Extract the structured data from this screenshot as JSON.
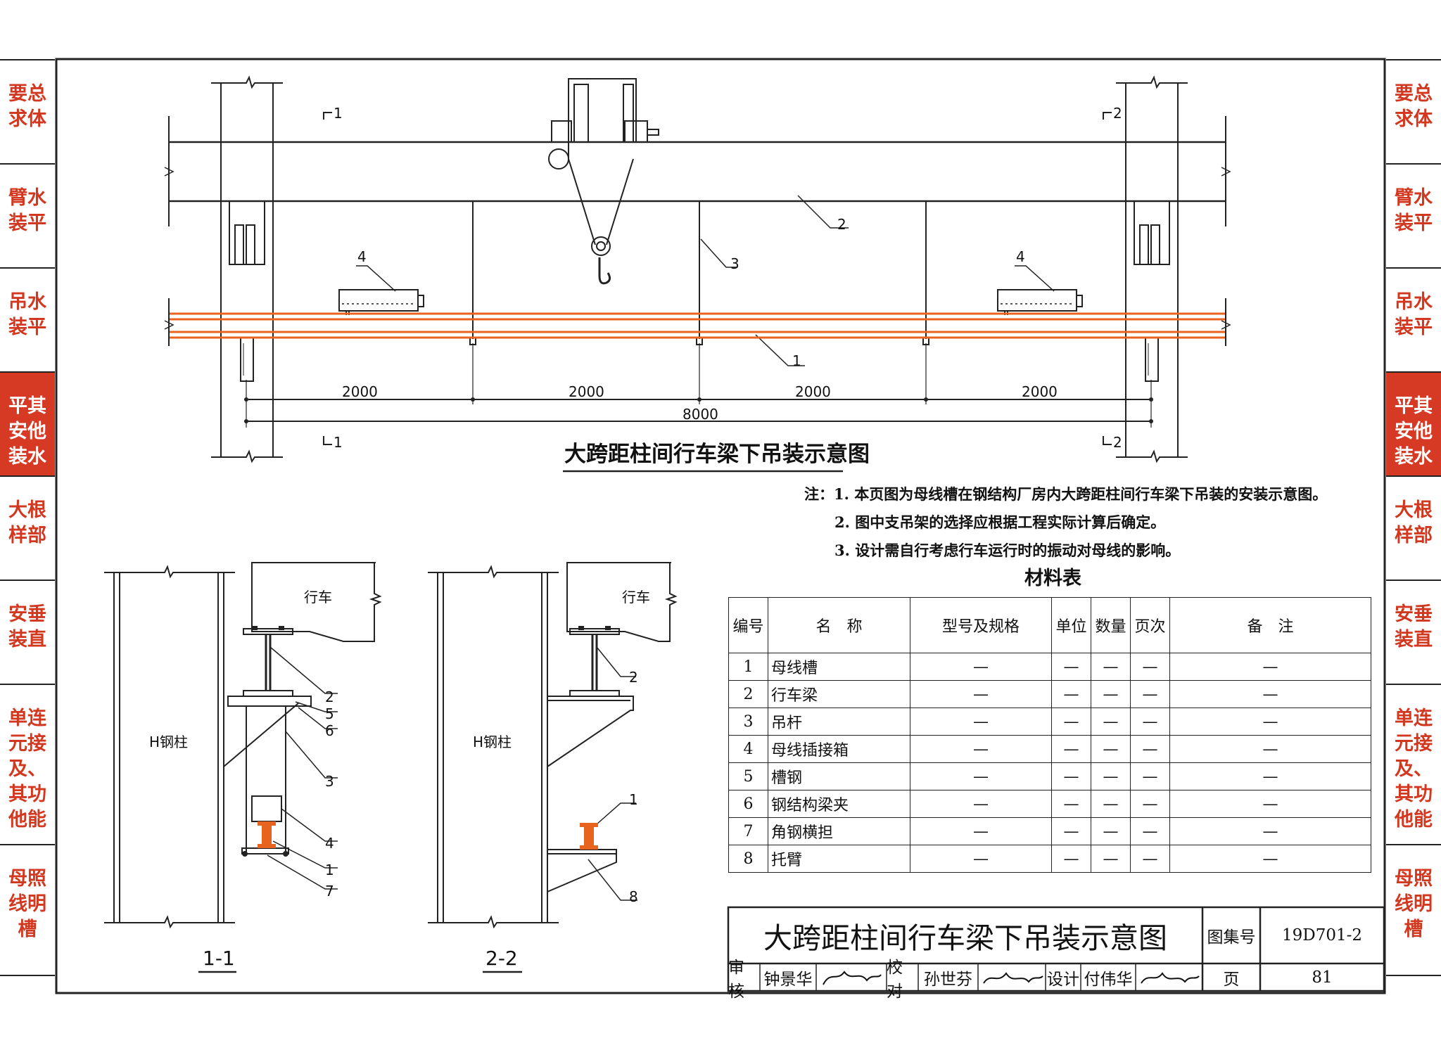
{
  "tabs": [
    {
      "lines": [
        "要总",
        "求体"
      ],
      "active": false
    },
    {
      "lines": [
        "臂水",
        "装平"
      ],
      "active": false
    },
    {
      "lines": [
        "吊水",
        "装平"
      ],
      "active": false
    },
    {
      "lines": [
        "平其",
        "安他",
        "装水"
      ],
      "active": true
    },
    {
      "lines": [
        "大根",
        "样部"
      ],
      "active": false
    },
    {
      "lines": [
        "安垂",
        "装直"
      ],
      "active": false
    },
    {
      "lines": [
        "单连",
        "元接",
        "及、",
        "其功",
        "他能"
      ],
      "active": false
    },
    {
      "lines": [
        "母照",
        "线明",
        "槽"
      ],
      "active": false
    }
  ],
  "elevation": {
    "section_marks": [
      "1",
      "2",
      "1",
      "2"
    ],
    "callouts": [
      "4",
      "2",
      "3",
      "4",
      "1"
    ],
    "dims": [
      "2000",
      "2000",
      "2000",
      "2000"
    ],
    "total": "8000",
    "caption": "大跨距柱间行车梁下吊装示意图"
  },
  "section1": {
    "column": "H钢柱",
    "crane": "行车",
    "callouts": [
      "2",
      "5",
      "6",
      "3",
      "4",
      "1",
      "7"
    ],
    "label": "1-1"
  },
  "section2": {
    "column": "H钢柱",
    "crane": "行车",
    "callouts": [
      "2",
      "1",
      "8"
    ],
    "label": "2-2"
  },
  "notes": {
    "prefix": "注：",
    "items": [
      "1. 本页图为母线槽在钢结构厂房内大跨距柱间行车梁下吊装的安装示意图。",
      "2. 图中支吊架的选择应根据工程实际计算后确定。",
      "3. 设计需自行考虑行车运行时的振动对母线的影响。"
    ]
  },
  "materials": {
    "title": "材料表",
    "headers": [
      "编号",
      "名　称",
      "型号及规格",
      "单位",
      "数量",
      "页次",
      "备　注"
    ],
    "rows": [
      [
        "1",
        "母线槽",
        "—",
        "—",
        "—",
        "—",
        "—"
      ],
      [
        "2",
        "行车梁",
        "—",
        "—",
        "—",
        "—",
        "—"
      ],
      [
        "3",
        "吊杆",
        "—",
        "—",
        "—",
        "—",
        "—"
      ],
      [
        "4",
        "母线插接箱",
        "—",
        "—",
        "—",
        "—",
        "—"
      ],
      [
        "5",
        "槽钢",
        "—",
        "—",
        "—",
        "—",
        "—"
      ],
      [
        "6",
        "钢结构梁夹",
        "—",
        "—",
        "—",
        "—",
        "—"
      ],
      [
        "7",
        "角钢横担",
        "—",
        "—",
        "—",
        "—",
        "—"
      ],
      [
        "8",
        "托臂",
        "—",
        "—",
        "—",
        "—",
        "—"
      ]
    ]
  },
  "titleblock": {
    "title": "大跨距柱间行车梁下吊装示意图",
    "atlas_label": "图集号",
    "atlas_no": "19D701-2",
    "review_label": "审核",
    "reviewer": "钟景华",
    "check_label": "校对",
    "checker": "孙世芬",
    "design_label": "设计",
    "designer": "付伟华",
    "page_label": "页",
    "page": "81"
  },
  "colors": {
    "accent": "#d63a25",
    "busbar": "#e8641e",
    "line": "#222222"
  }
}
